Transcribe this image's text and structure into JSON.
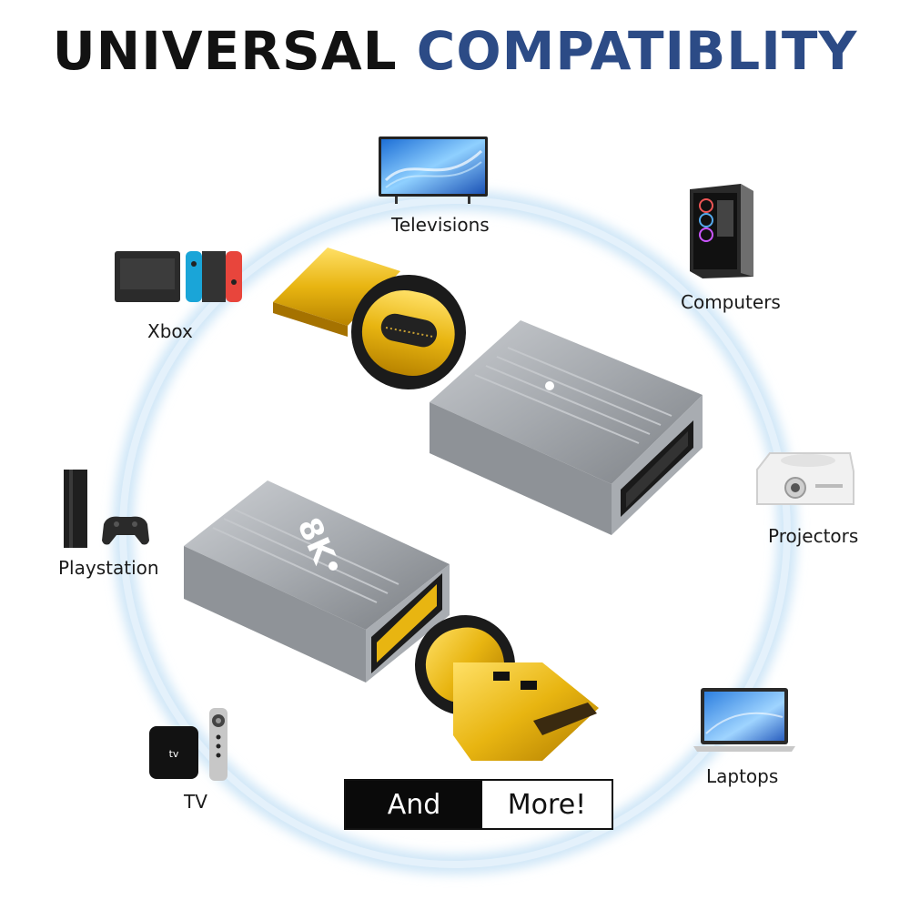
{
  "title": {
    "word1": "UNIVERSAL",
    "word2": "COMPATIBLITY"
  },
  "devices": [
    {
      "label": "Televisions",
      "icon": "television-icon"
    },
    {
      "label": "Computers",
      "icon": "desktop-computer-icon"
    },
    {
      "label": "Xbox",
      "icon": "game-console-icon"
    },
    {
      "label": "Projectors",
      "icon": "projector-icon"
    },
    {
      "label": "Playstation",
      "icon": "playstation-icon"
    },
    {
      "label": "Laptops",
      "icon": "laptop-icon"
    },
    {
      "label": "TV",
      "icon": "tv-box-icon"
    }
  ],
  "badge": {
    "left": "And",
    "right": "More!"
  },
  "product": {
    "engraving": "8K"
  },
  "colors": {
    "title_dark": "#121212",
    "title_blue": "#2c4b86",
    "ring": "#d7ebf8",
    "gold": "#e8b511",
    "aluminum": "#9ea3a8"
  }
}
